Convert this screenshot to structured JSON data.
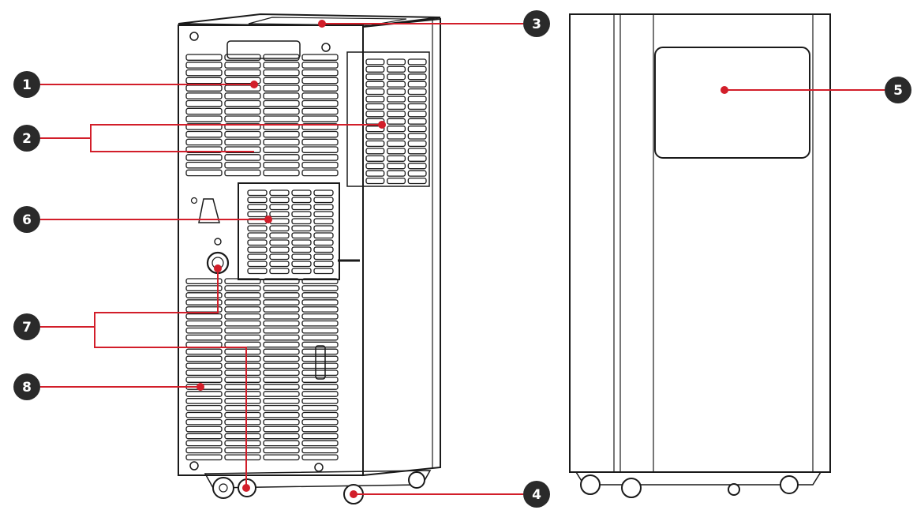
{
  "diagram": {
    "callouts": [
      {
        "number": "1"
      },
      {
        "number": "2"
      },
      {
        "number": "3"
      },
      {
        "number": "4"
      },
      {
        "number": "5"
      },
      {
        "number": "6"
      },
      {
        "number": "7"
      },
      {
        "number": "8"
      }
    ],
    "colors": {
      "line": "#d21e2a",
      "dot": "#d21e2a",
      "badge": "#2a2a2a",
      "outline": "#1a1a1a"
    }
  }
}
